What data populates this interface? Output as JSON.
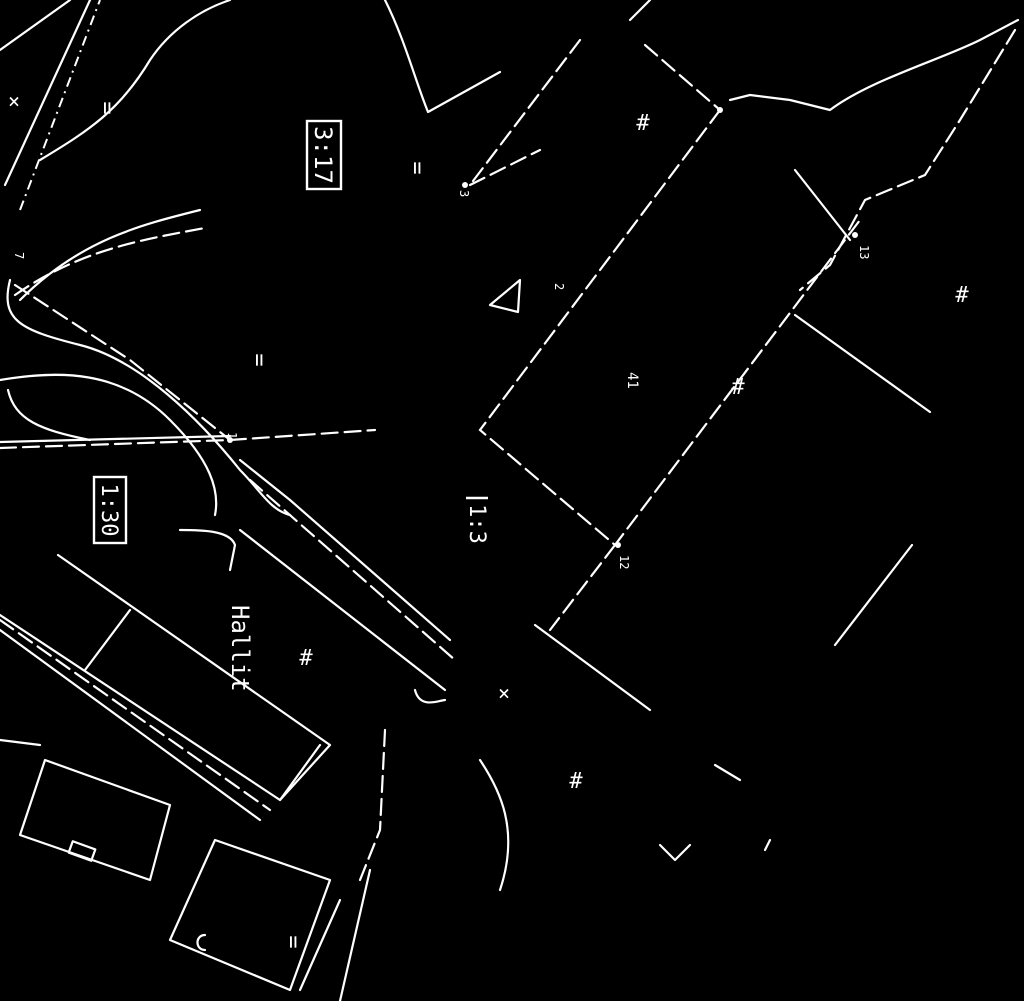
{
  "map": {
    "parcels": [
      {
        "id": "parcel-3-17",
        "label": "3:17"
      },
      {
        "id": "parcel-1-30",
        "label": "1:30"
      },
      {
        "id": "parcel-1-3",
        "label": "1:3"
      }
    ],
    "place_name": "Hallit",
    "point_numbers": [
      "7",
      "1",
      "13",
      "2",
      "41",
      "12",
      "3"
    ],
    "symbols": {
      "equal": "=",
      "hash": "#",
      "cross": "×"
    },
    "background_color": "#000000",
    "line_color": "#ffffff"
  }
}
